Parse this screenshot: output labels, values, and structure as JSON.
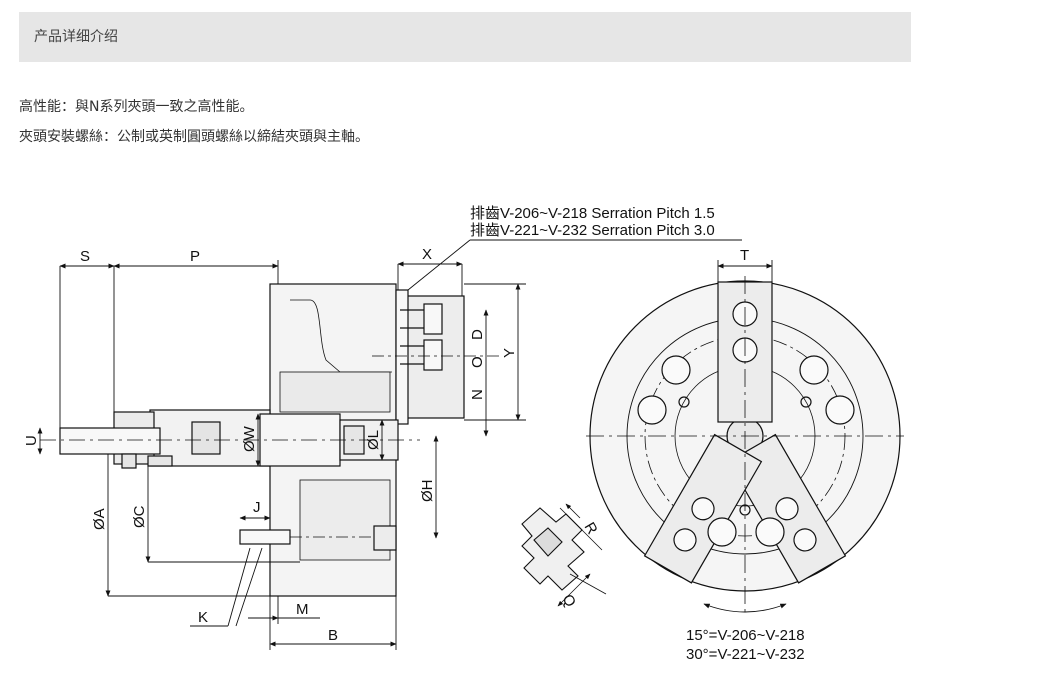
{
  "tab": {
    "label": "产品详细介绍"
  },
  "description": {
    "line1": "高性能：與N系列夾頭一致之高性能。",
    "line2": "夾頭安裝螺絲：公制或英制圓頭螺絲以締結夾頭與主軸。"
  },
  "drawing": {
    "serration_line1": "V-206~V-218 Serration Pitch 1.5",
    "serration_line2": "V-221~V-232 Serration Pitch 3.0",
    "serration_prefix": "排齒",
    "angle_line1": "15°=V-206~V-218",
    "angle_line2": "30°=V-221~V-232",
    "labels": {
      "S": "S",
      "P": "P",
      "X": "X",
      "T": "T",
      "D": "D",
      "O": "O",
      "N": "N",
      "Y": "Y",
      "U": "U",
      "W": "ØW",
      "L": "ØL",
      "H": "ØH",
      "A": "ØA",
      "C": "ØC",
      "J": "J",
      "K": "K",
      "M": "M",
      "B": "B",
      "R": "R",
      "Q": "Q"
    }
  }
}
